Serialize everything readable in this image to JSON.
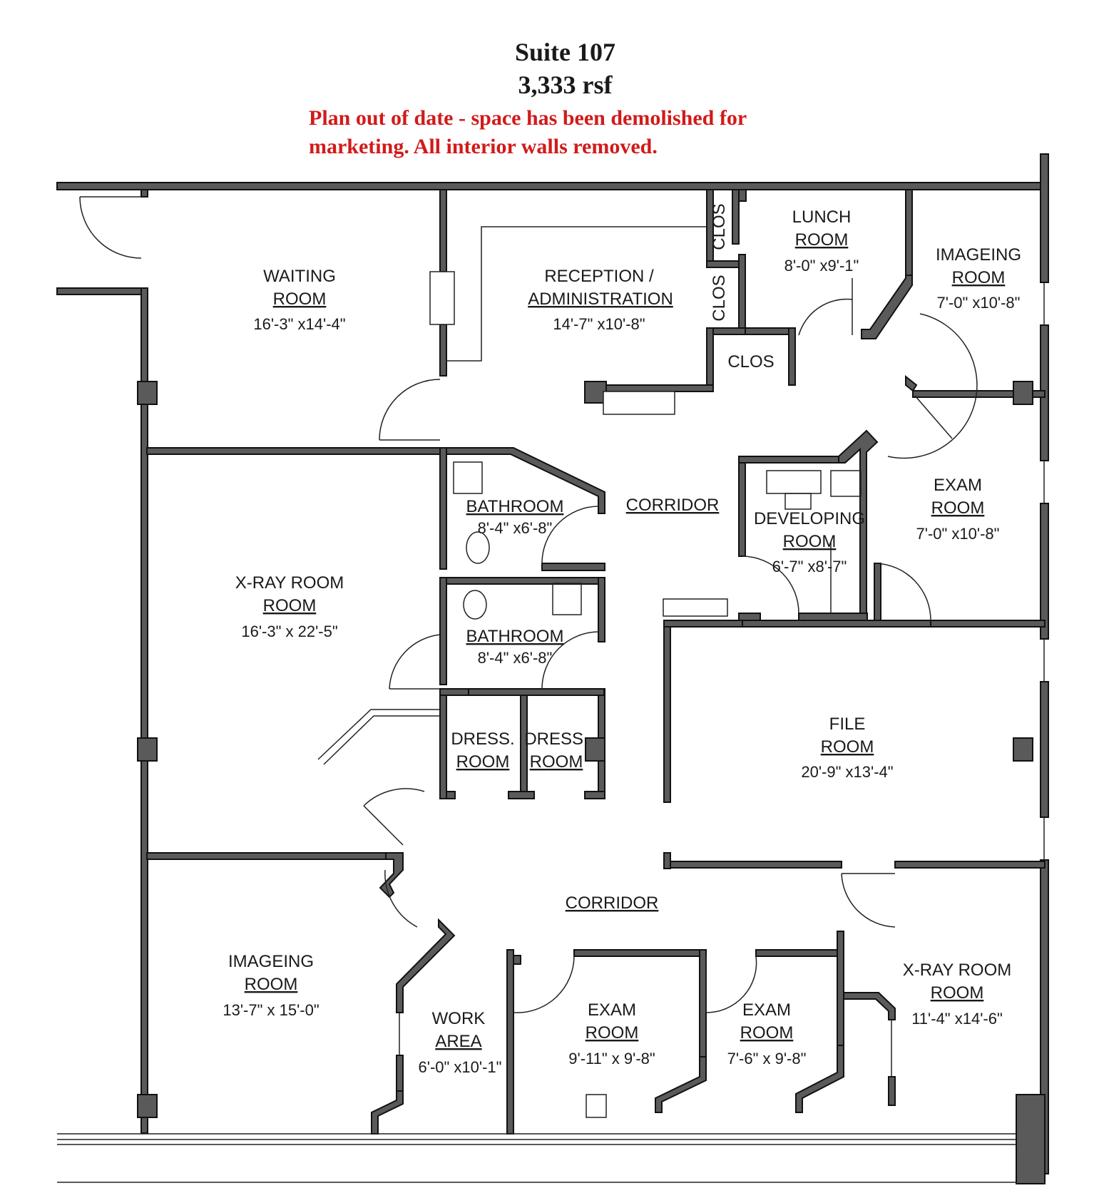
{
  "header": {
    "suite": "Suite 107",
    "area": "3,333 rsf",
    "note_line1": "Plan out of date - space has been demolished for",
    "note_line2": "marketing. All interior walls removed."
  },
  "rooms": {
    "waiting": {
      "name1": "WAITING",
      "name2": "ROOM",
      "dims": "16'-3\" x14'-4\""
    },
    "reception": {
      "name1": "RECEPTION /",
      "name2": "ADMINISTRATION",
      "dims": "14'-7\" x10'-8\""
    },
    "lunch": {
      "name1": "LUNCH",
      "name2": "ROOM",
      "dims": "8'-0\" x9'-1\""
    },
    "imageing_top": {
      "name1": "IMAGEING",
      "name2": "ROOM",
      "dims": "7'-0\" x10'-8\""
    },
    "clos1": {
      "name": "CLOS"
    },
    "clos2": {
      "name": "CLOS"
    },
    "clos3": {
      "name": "CLOS"
    },
    "bathroom1": {
      "name": "BATHROOM",
      "dims": "8'-4\" x6'-8\""
    },
    "bathroom2": {
      "name": "BATHROOM",
      "dims": "8'-4\" x6'-8\""
    },
    "corridor_upper": {
      "name": "CORRIDOR"
    },
    "developing": {
      "name1": "DEVELOPING",
      "name2": "ROOM",
      "dims": "6'-7\" x8'-7\""
    },
    "exam_right": {
      "name1": "EXAM",
      "name2": "ROOM",
      "dims": "7'-0\" x10'-8\""
    },
    "xray_left": {
      "name1": "X-RAY ROOM",
      "name2": "ROOM",
      "dims": "16'-3\" x 22'-5\""
    },
    "dress1": {
      "name1": "DRESS.",
      "name2": "ROOM"
    },
    "dress2": {
      "name1": "DRESS.",
      "name2": "ROOM"
    },
    "file": {
      "name1": "FILE",
      "name2": "ROOM",
      "dims": "20'-9\" x13'-4\""
    },
    "corridor_lower": {
      "name": "CORRIDOR"
    },
    "imageing_bottom": {
      "name1": "IMAGEING",
      "name2": "ROOM",
      "dims": "13'-7\" x 15'-0\""
    },
    "work": {
      "name1": "WORK",
      "name2": "AREA",
      "dims": "6'-0\" x10'-1\""
    },
    "exam_mid": {
      "name1": "EXAM",
      "name2": "ROOM",
      "dims": "9'-11\" x 9'-8\""
    },
    "exam_small": {
      "name1": "EXAM",
      "name2": "ROOM",
      "dims": "7'-6\" x 9'-8\""
    },
    "xray_right": {
      "name1": "X-RAY ROOM",
      "name2": "ROOM",
      "dims": "11'-4\" x14'-6\""
    }
  },
  "colors": {
    "wall": "#5a5a5a",
    "note": "#d21a1a",
    "text": "#1a1a1a"
  }
}
